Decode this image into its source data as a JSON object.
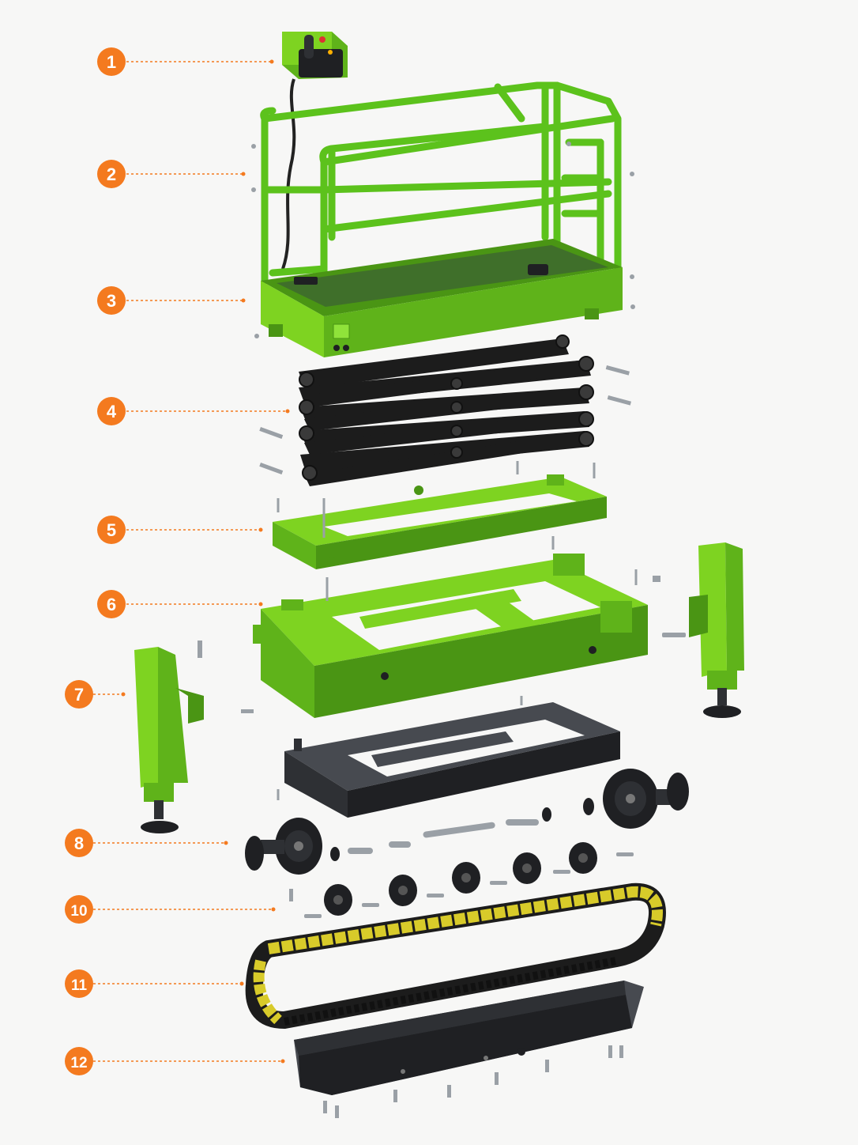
{
  "colors": {
    "badge": "#f47a1f",
    "machine_green": "#7ed321",
    "frame_dark": "#2e3034",
    "track_pad_yellow": "#d8cb2a"
  },
  "callouts": [
    {
      "number": "1"
    },
    {
      "number": "2"
    },
    {
      "number": "3"
    },
    {
      "number": "4"
    },
    {
      "number": "5"
    },
    {
      "number": "6"
    },
    {
      "number": "7"
    },
    {
      "number": "8"
    },
    {
      "number": "10"
    },
    {
      "number": "11"
    },
    {
      "number": "12"
    }
  ]
}
